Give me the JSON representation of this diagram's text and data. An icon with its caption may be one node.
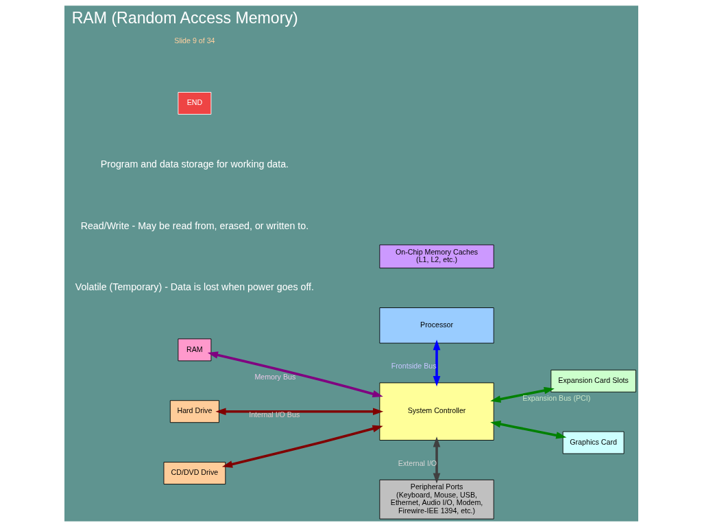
{
  "diagram": {
    "title": "RAM (Random Access Memory)",
    "nodes": [
      {
        "text": [
          "On-Chip Memory Caches",
          "(L1, L2, etc.)"
        ]
      },
      {
        "text": [
          "Processor"
        ]
      },
      {
        "text": [
          "RAM"
        ]
      },
      {
        "text": [
          "Hard Drive"
        ]
      },
      {
        "text": [
          "CD/DVD Drive"
        ]
      },
      {
        "text": [
          "System Controller"
        ]
      },
      {
        "text": [
          "Expansion Card Slots"
        ]
      },
      {
        "text": [
          "Graphics Card"
        ]
      },
      {
        "text": [
          "Peripheral Ports",
          "(Keyboard, Mouse, USB, Ethernet, Audio I/O, Modem, Firewire-IEE 1394, etc.)"
        ]
      }
    ],
    "edges": [
      {
        "from": 1,
        "to": 5,
        "arrow": "both",
        "label": "Frontside Bus",
        "color": "#0000ff"
      },
      {
        "from": 2,
        "to": 5,
        "arrow": "both",
        "label": "Memory Bus",
        "color": "#800080"
      },
      {
        "from": 3,
        "to": 5,
        "arrow": "both",
        "label": "Internal I/O Bus",
        "color": "#800000"
      },
      {
        "from": 4,
        "to": 5,
        "arrow": "both",
        "color": "#800000"
      },
      {
        "from": 5,
        "to": 6,
        "arrow": "both",
        "label": "Expansion Bus (PCI)",
        "color": "#008000"
      },
      {
        "from": 5,
        "to": 7,
        "arrow": "both",
        "color": "#008000"
      },
      {
        "from": 5,
        "to": 8,
        "arrow": "both",
        "label": "External I/O",
        "color": "#404040"
      }
    ],
    "labels": [
      "Program and data storage for working data.",
      "Read/Write - May be read from, erased, or written to.",
      "Volatile (Temporary) - Data is lost when power goes off.",
      "Slide 9 of 34",
      "END"
    ]
  }
}
